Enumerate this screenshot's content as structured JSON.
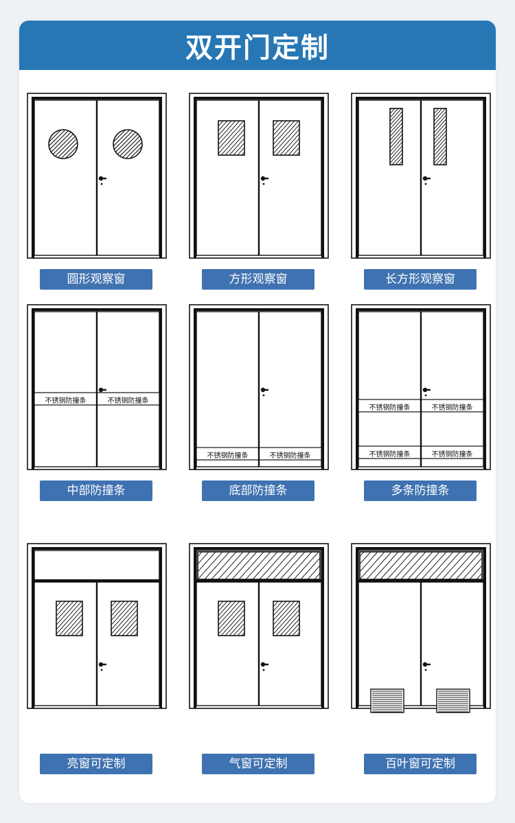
{
  "header": {
    "title": "双开门定制"
  },
  "strip_label": "不锈钢防撞条",
  "panels": [
    {
      "label": "圆形观察窗",
      "window": "round"
    },
    {
      "label": "方形观察窗",
      "window": "square"
    },
    {
      "label": "长方形观察窗",
      "window": "tall"
    },
    {
      "label": "中部防撞条",
      "strips": "middle"
    },
    {
      "label": "底部防撞条",
      "strips": "bottom"
    },
    {
      "label": "多条防撞条",
      "strips": "multiple"
    },
    {
      "label": "亮窗可定制",
      "transom": "plain",
      "window": "square"
    },
    {
      "label": "气窗可定制",
      "transom": "glass",
      "window": "square"
    },
    {
      "label": "百叶窗可定制",
      "transom": "glass",
      "louver": true
    }
  ],
  "colors": {
    "header": "#2677b4",
    "label": "#3f72b0",
    "line": "#1a1a1a"
  }
}
